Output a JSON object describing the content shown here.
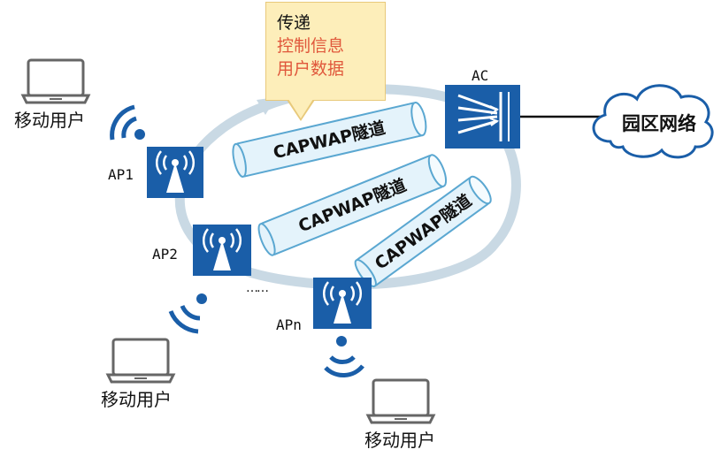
{
  "callout": {
    "line1": "传递",
    "line2": "控制信息",
    "line3": "用户数据"
  },
  "tunnels": [
    {
      "label": "CAPWAP隧道"
    },
    {
      "label": "CAPWAP隧道"
    },
    {
      "label": "CAPWAP隧道"
    }
  ],
  "ap_labels": {
    "ap1": "AP1",
    "ap2": "AP2",
    "apn": "APn",
    "dots": "……"
  },
  "ac_label": "AC",
  "campus_network": "园区网络",
  "mobile_users": [
    {
      "label": "移动用户"
    },
    {
      "label": "移动用户"
    },
    {
      "label": "移动用户"
    }
  ],
  "colors": {
    "ap_blue": "#1a5ea8",
    "ring": "#c9d9e4",
    "tunnel_fill": "#e4f3fb",
    "tunnel_stroke": "#5aa7d1",
    "callout_bg": "#fdeeba",
    "highlight_text": "#e0573b"
  },
  "icons": [
    "laptop-icon",
    "wifi-signal-icon",
    "access-point-icon",
    "access-controller-icon",
    "cloud-icon"
  ]
}
